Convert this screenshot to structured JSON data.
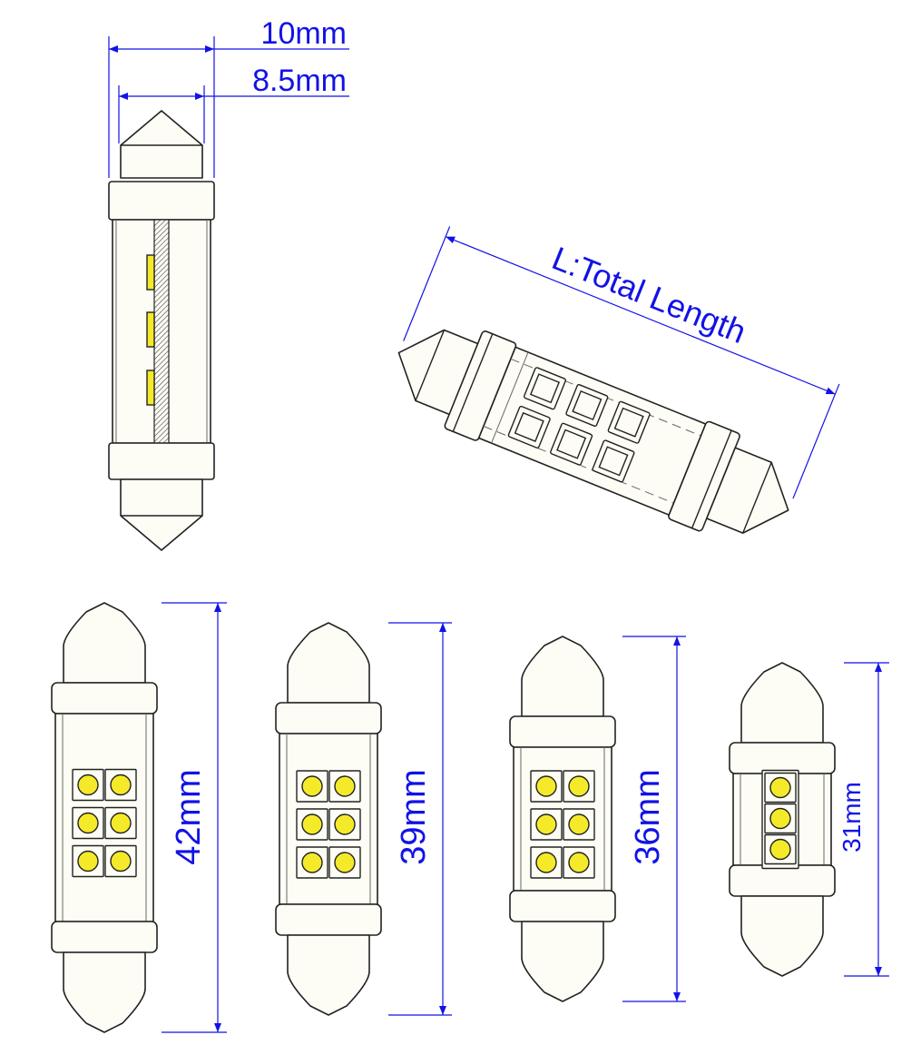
{
  "top_view": {
    "outer_width_label": "10mm",
    "inner_width_label": "8.5mm"
  },
  "angled_view": {
    "length_label": "L:Total Length"
  },
  "variants": [
    {
      "length_label": "42mm",
      "led_count": 6
    },
    {
      "length_label": "39mm",
      "led_count": 6
    },
    {
      "length_label": "36mm",
      "led_count": 6
    },
    {
      "length_label": "31mm",
      "led_count": 3
    }
  ],
  "colors": {
    "dimension": "#1212e6",
    "led": "#f5ea2a",
    "outline": "#222222"
  }
}
